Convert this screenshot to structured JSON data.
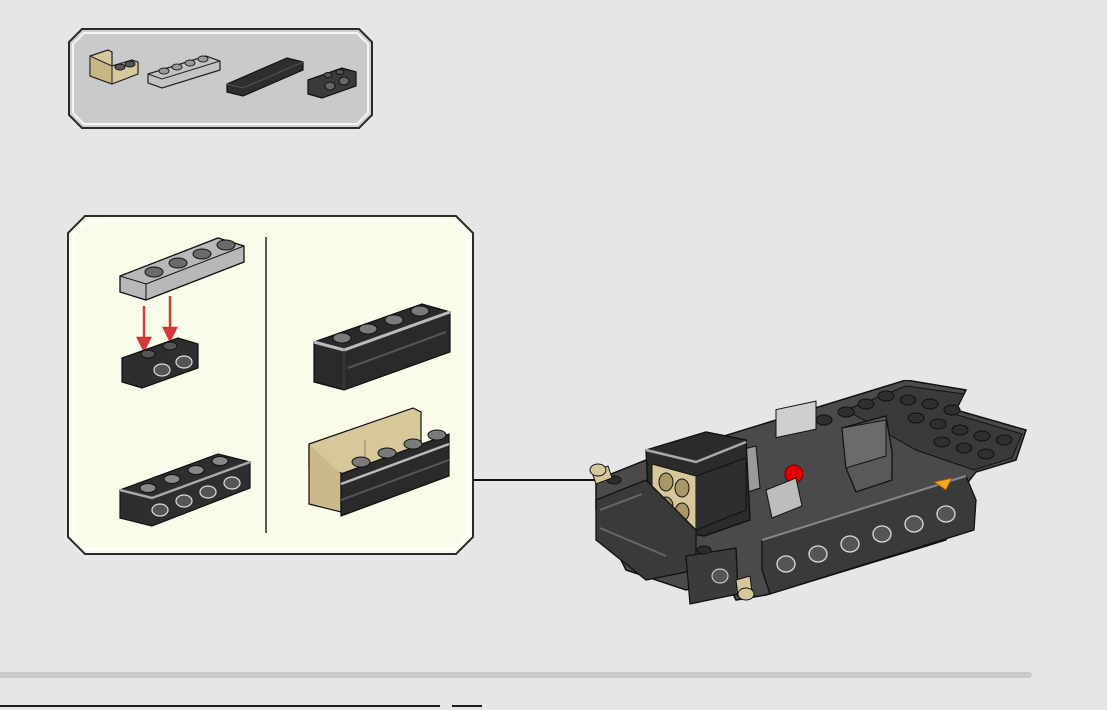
{
  "page": {
    "background": "#e6e6e6",
    "accent_arrow_color": "#d23a3a",
    "panel_tan": "#fbfbe9",
    "parts_panel_color": "#cfd0d1"
  },
  "parts_list": {
    "items": [
      {
        "name": "tan-bracket-1x2",
        "color": "#d7c89b"
      },
      {
        "name": "light-gray-plate-1x4",
        "color": "#b9b9b9"
      },
      {
        "name": "dark-gray-tile-1x4",
        "color": "#333333"
      },
      {
        "name": "dark-gray-brick-1x2-with-holes",
        "color": "#444444"
      }
    ]
  },
  "substeps": {
    "left": [
      "plate-onto-brick",
      "brick-row-result"
    ],
    "right": [
      "assembled-dark",
      "assembled-tan"
    ]
  }
}
